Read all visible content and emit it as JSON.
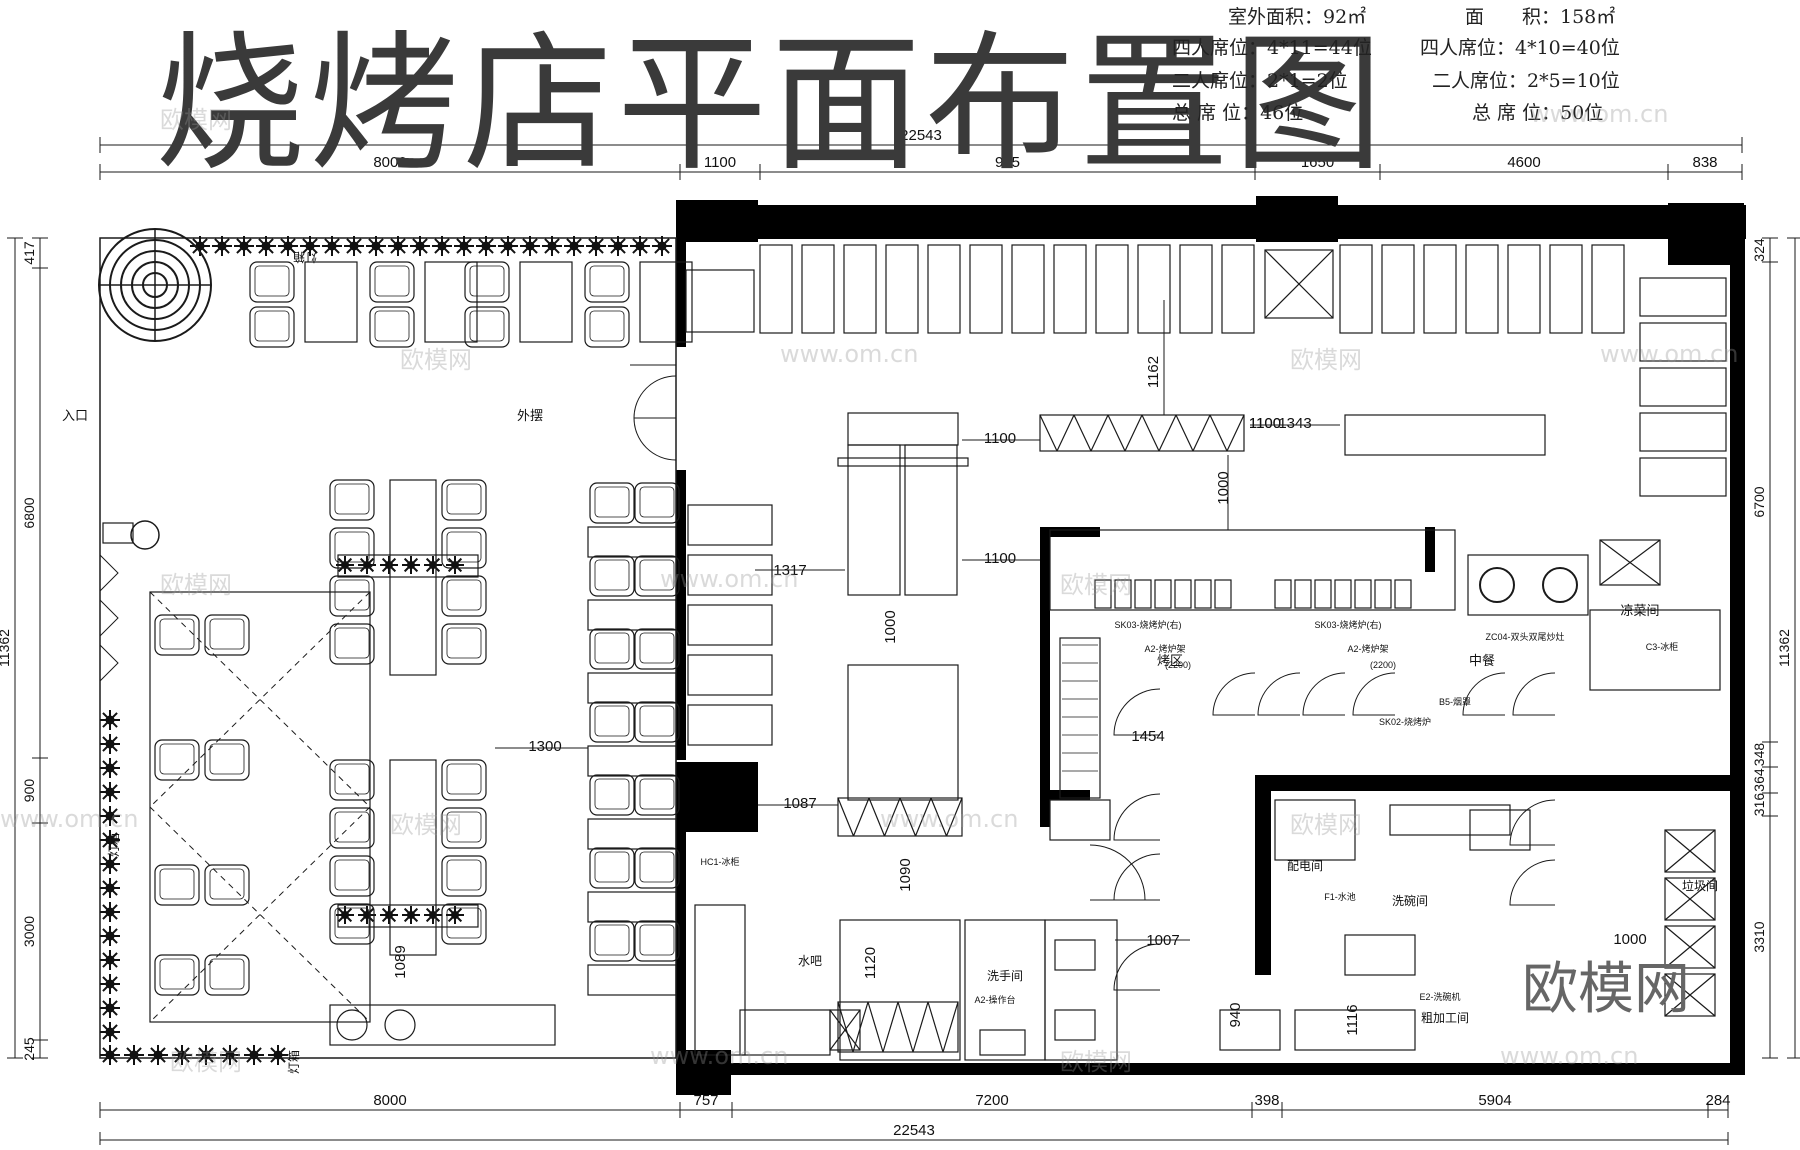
{
  "title": "烧烤店平面布置图",
  "stats": {
    "outdoor_area": "室外面积：92㎡",
    "area": "面　　积：158㎡",
    "four_seat_left": "四人席位：4*11=44位",
    "four_seat_right": "四人席位：4*10=40位",
    "two_seat_left": "二人席位：2*1=2位",
    "two_seat_right": "二人席位：2*5=10位",
    "total_left": "总 席 位：46位",
    "total_right": "总 席 位：50位"
  },
  "dims_top": {
    "overall": "22543",
    "segments": [
      "8000",
      "1100",
      "925",
      "1650",
      "4600",
      "838"
    ]
  },
  "dims_bottom": {
    "overall": "22543",
    "segments": [
      "8000",
      "757",
      "7200",
      "398",
      "5904",
      "284"
    ]
  },
  "dims_left": {
    "overall": "11362",
    "segments": [
      "417",
      "6800",
      "900",
      "3000",
      "245"
    ]
  },
  "dims_right": {
    "overall": "11362",
    "segments": [
      "324",
      "6700",
      "348",
      "364",
      "316",
      "3310"
    ]
  },
  "inner_dims": [
    "1162",
    "1343",
    "1100",
    "1100",
    "1000",
    "1317",
    "1100",
    "1000",
    "1100",
    "1300",
    "1087",
    "1090",
    "1089",
    "1120",
    "1007",
    "1454",
    "940",
    "1116",
    "1000"
  ],
  "rooms": {
    "entrance": "入口",
    "outdoor": "外摆",
    "grill_area": "烤区",
    "chinese_kitchen": "中餐",
    "cold_room": "凉菜间",
    "prep_room": "配电间",
    "dishwash_room": "洗碗间",
    "water_bar": "水吧",
    "handwash_room": "洗手间",
    "wash_corner": "粗加工间",
    "storage": "垃圾间",
    "light_box_1": "灯箱",
    "light_box_2": "灯箱",
    "light_box_3": "灯箱"
  },
  "equipment_labels": [
    "SK03-烧烤炉(右)",
    "A2-烤炉架",
    "(2200)",
    "SK03-烧烤炉(右)",
    "A2-烤炉架",
    "(2200)",
    "ZC04-双头双尾炒灶",
    "B5-烟罩",
    "SK02-烧烤炉",
    "HC1-冰柜",
    "A2-操作台",
    "E2-洗碗机",
    "F1-水池",
    "C3-冰柜"
  ],
  "watermark": {
    "big": "欧模网",
    "small_cn": "欧模网",
    "small_en": "www.om.cn"
  },
  "colors": {
    "wall": "#000000",
    "line": "#1a1a1a",
    "title": "#3a3a3a",
    "plant": "#111111"
  }
}
